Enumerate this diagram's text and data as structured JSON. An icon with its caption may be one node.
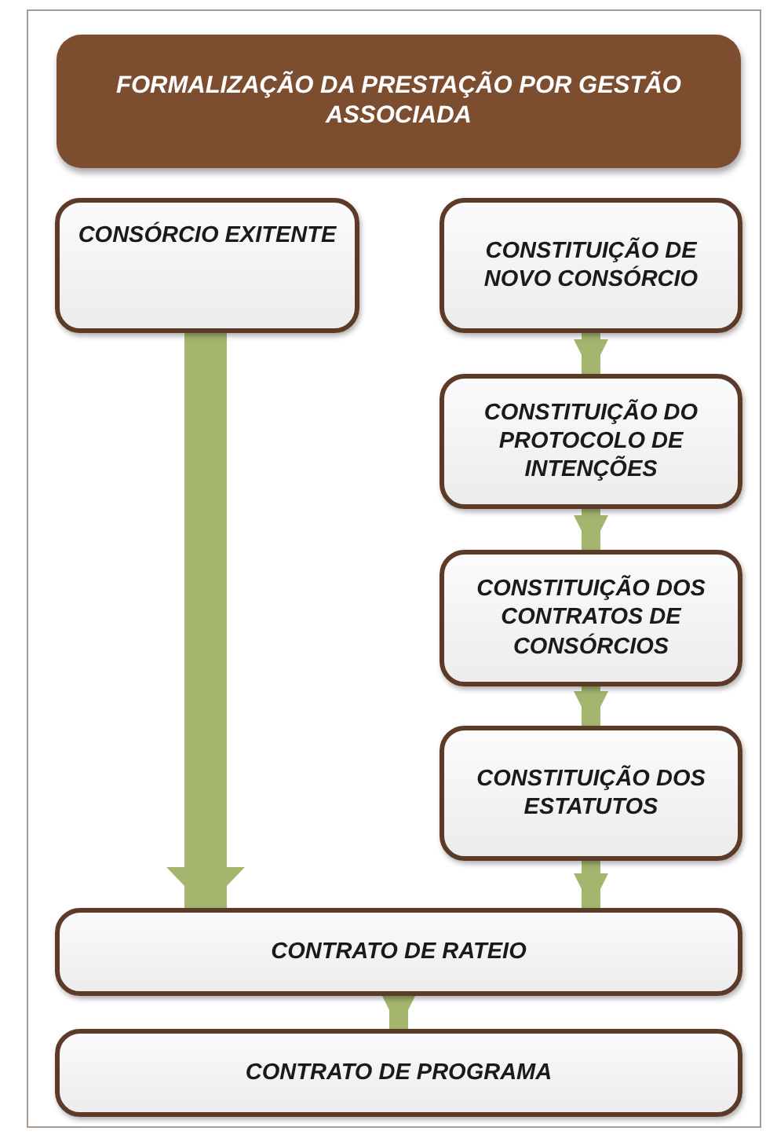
{
  "diagram": {
    "nodes": [
      {
        "text": [
          "FORMALIZAÇÃO DA PRESTAÇÃO POR GESTÃO ASSOCIADA"
        ]
      },
      {
        "text": [
          "CONSÓRCIO EXITENTE"
        ]
      },
      {
        "text": [
          "CONSTITUIÇÃO DE NOVO CONSÓRCIO"
        ]
      },
      {
        "text": [
          "CONSTITUIÇÃO DO PROTOCOLO DE INTENÇÕES"
        ]
      },
      {
        "text": [
          "CONSTITUIÇÃO DOS CONTRATOS DE CONSÓRCIOS"
        ]
      },
      {
        "text": [
          "CONSTITUIÇÃO DOS ESTATUTOS"
        ]
      },
      {
        "text": [
          "CONTRATO DE RATEIO"
        ]
      },
      {
        "text": [
          "CONTRATO DE PROGRAMA"
        ]
      }
    ],
    "edges": [
      {
        "from": 1,
        "to": 6,
        "arrow": "to",
        "style": "thick"
      },
      {
        "from": 2,
        "to": 3,
        "arrow": "to"
      },
      {
        "from": 3,
        "to": 4,
        "arrow": "to"
      },
      {
        "from": 4,
        "to": 5,
        "arrow": "to"
      },
      {
        "from": 5,
        "to": 6,
        "arrow": "to"
      },
      {
        "from": 6,
        "to": 7,
        "arrow": "to"
      }
    ]
  }
}
